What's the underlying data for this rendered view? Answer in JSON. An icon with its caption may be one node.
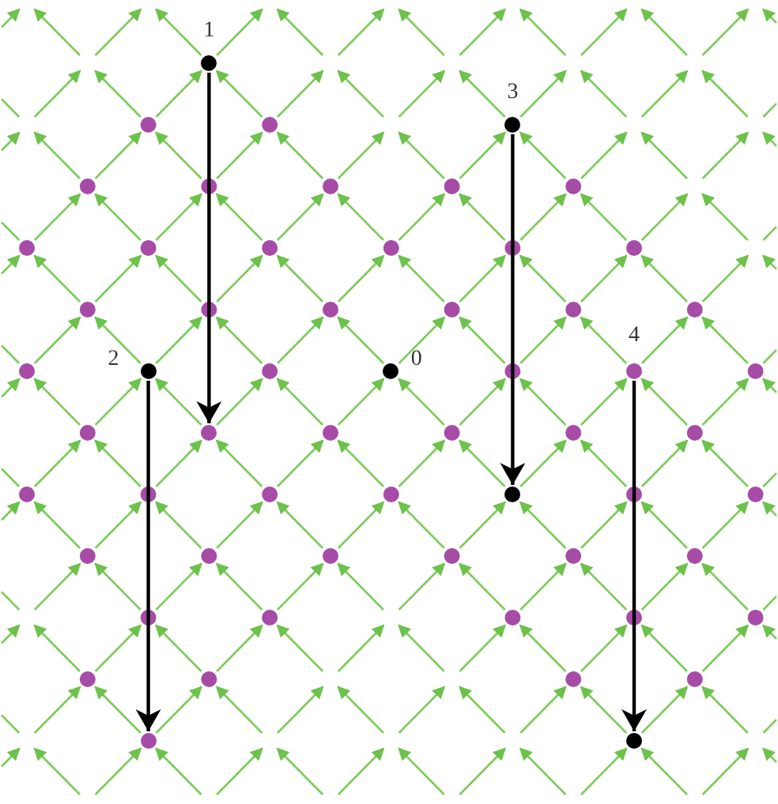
{
  "diagram": {
    "nodes": [
      {
        "text": [],
        "shape": "circle",
        "beside": [
          "1"
        ]
      },
      {
        "text": [],
        "shape": "circle",
        "beside": [
          "3"
        ]
      },
      {
        "text": [],
        "shape": "circle",
        "beside": [
          "2"
        ]
      },
      {
        "text": [],
        "shape": "circle",
        "beside": [
          "0"
        ]
      },
      {
        "text": [],
        "shape": "circle",
        "beside": [
          "4"
        ]
      },
      {
        "text": [],
        "shape": "circle"
      },
      {
        "text": [],
        "shape": "circle"
      },
      {
        "text": [],
        "shape": "circle"
      },
      {
        "text": [],
        "shape": "circle"
      }
    ],
    "edges": [
      {
        "from": 0,
        "to": 5,
        "arrow": "to"
      },
      {
        "from": 2,
        "to": 7,
        "arrow": "to"
      },
      {
        "from": 1,
        "to": 6,
        "arrow": "to"
      },
      {
        "from": 4,
        "to": 8,
        "arrow": "to"
      },
      {
        "from": 5,
        "to": 2,
        "arrow": "to",
        "color": "#7ccc5a"
      }
    ]
  }
}
